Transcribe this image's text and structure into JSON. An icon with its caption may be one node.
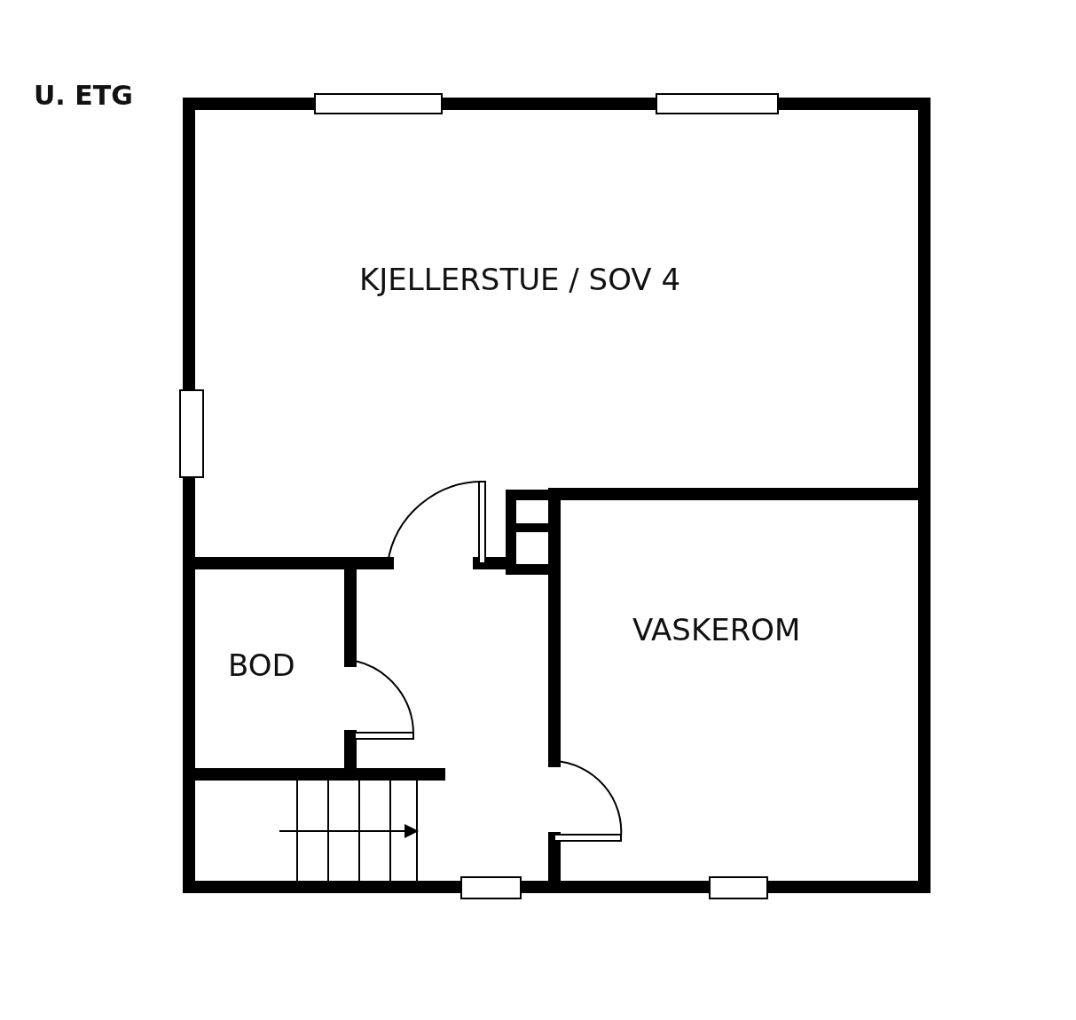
{
  "diagram": {
    "title": "U. ETG",
    "labels": [
      "KJELLERSTUE / SOV 4",
      "BOD",
      "VASKEROM"
    ]
  }
}
